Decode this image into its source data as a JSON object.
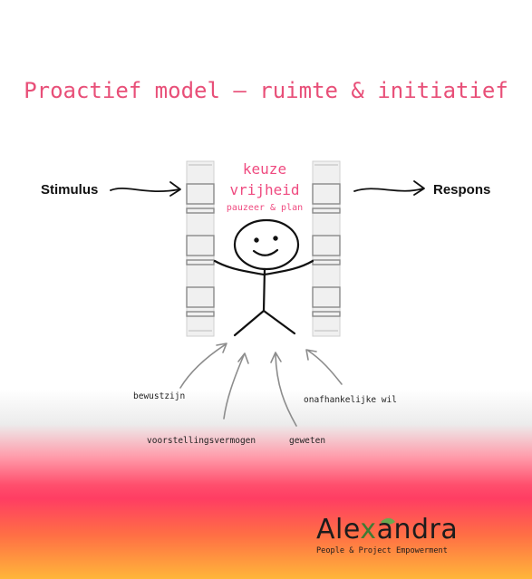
{
  "diagram": {
    "title": "Proactief model – ruimte & initiatief",
    "stimulus": "Stimulus",
    "respons": "Respons",
    "center": {
      "line1": "keuze",
      "line2": "vrijheid",
      "line3": "pauzeer & plan"
    },
    "influences": [
      "bewustzijn",
      "onafhankelijke wil",
      "voorstellingsvermogen",
      "geweten"
    ]
  },
  "logo": {
    "name_before": "Ale",
    "name_x": "x",
    "name_after": "andra",
    "tagline": "People & Project Empowerment"
  },
  "colors": {
    "title": "#e84f78",
    "center_text": "#ef4b80",
    "logo_accent": "#3e7b34",
    "gradient_pink": "#ff3d63",
    "gradient_orange": "#ffb63a"
  }
}
